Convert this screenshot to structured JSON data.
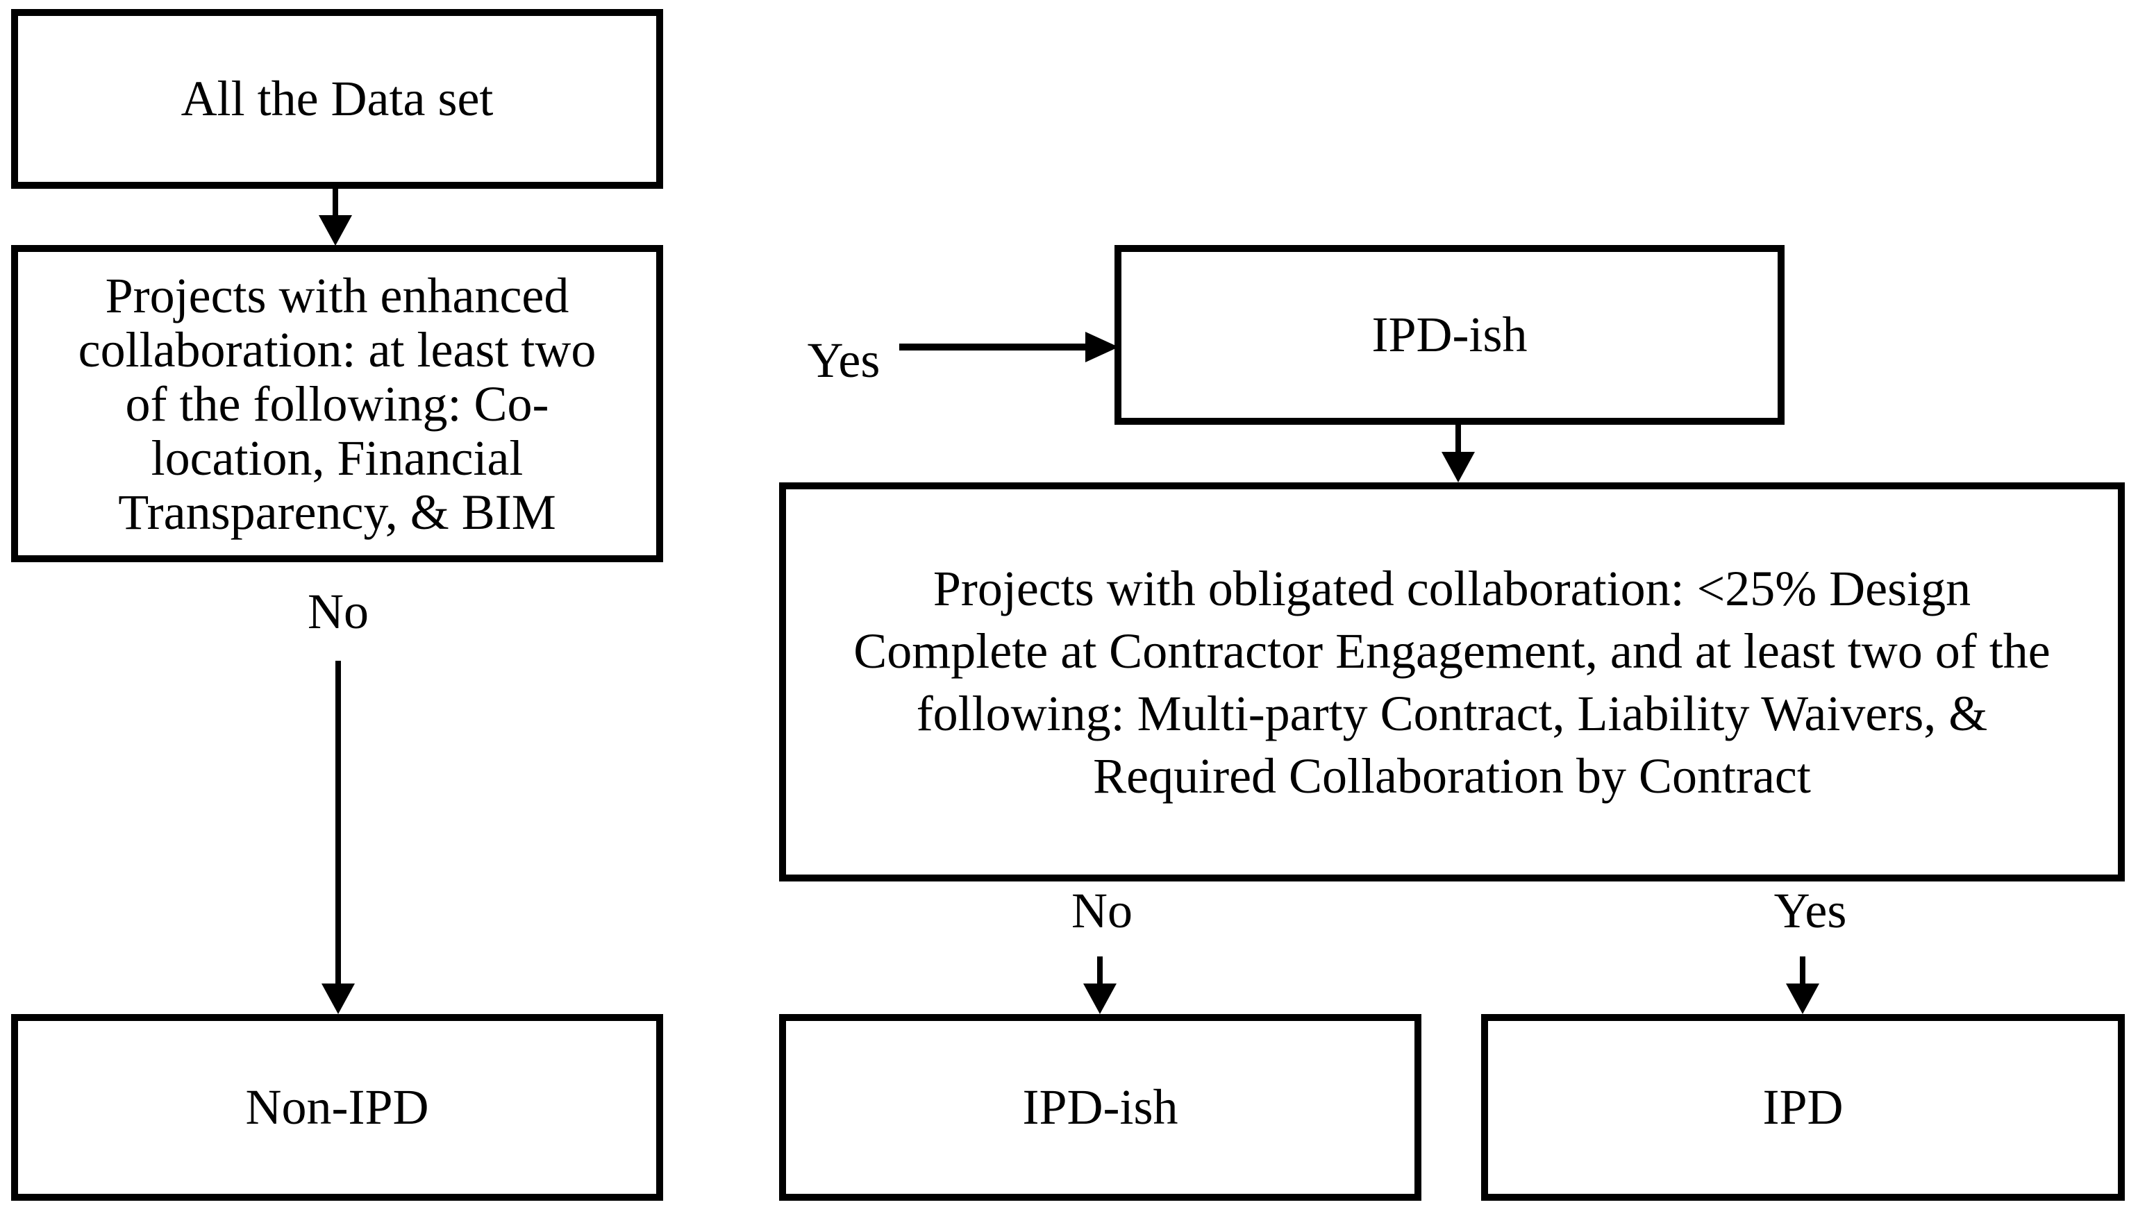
{
  "diagram": {
    "colors": {
      "background": "#ffffff",
      "line": "#000000",
      "text": "#000000"
    },
    "nodes": {
      "all_data": "All the Data set",
      "enhanced": [
        "Projects with enhanced",
        "collaboration: at least two",
        "of the following: Co-",
        "location, Financial",
        "Transparency, & BIM"
      ],
      "non_ipd": "Non-IPD",
      "ipd_ish_top": "IPD-ish",
      "obligated": [
        "Projects with obligated collaboration: <25% Design",
        "Complete at Contractor Engagement, and at least two of the",
        "following: Multi-party Contract, Liability Waivers, &",
        "Required Collaboration by Contract"
      ],
      "ipd_ish_bottom": "IPD-ish",
      "ipd": "IPD"
    },
    "edge_labels": {
      "no_left": "No",
      "yes_top": "Yes",
      "no_bottom": "No",
      "yes_bottom": "Yes"
    }
  }
}
